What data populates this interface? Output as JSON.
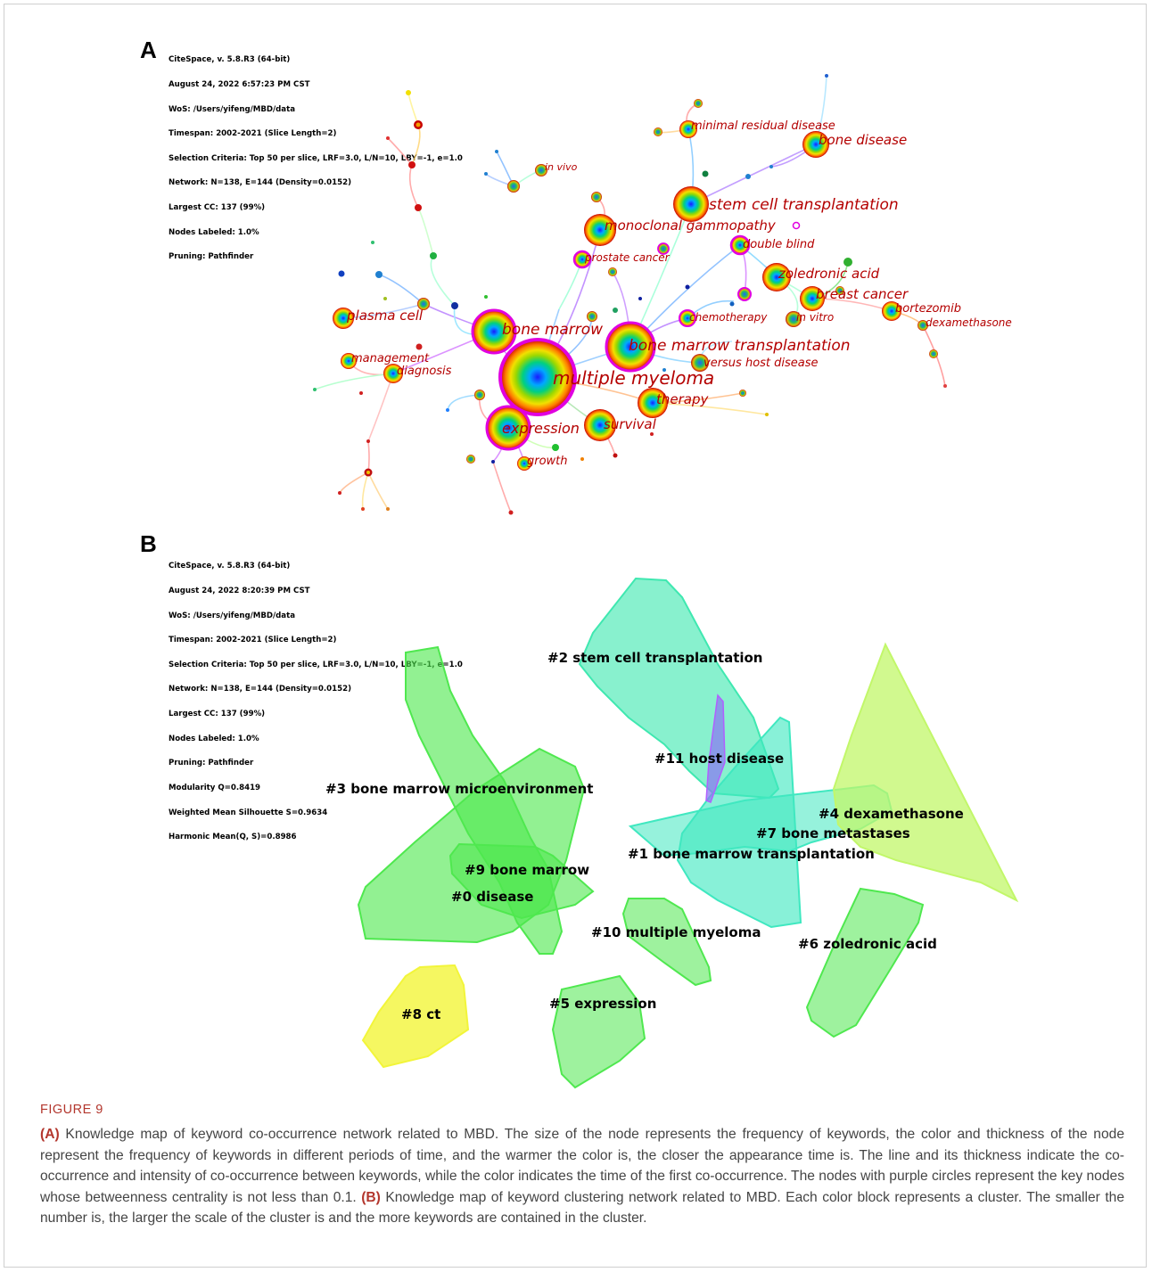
{
  "panel_a": {
    "letter": "A",
    "meta": [
      "CiteSpace, v. 5.8.R3 (64-bit)",
      "August 24, 2022 6:57:23 PM CST",
      "WoS: /Users/yifeng/MBD/data",
      "Timespan: 2002-2021 (Slice Length=2)",
      "Selection Criteria: Top 50 per slice, LRF=3.0, L/N=10, LBY=-1, e=1.0",
      "Network: N=138, E=144 (Density=0.0152)",
      "Largest CC: 137 (99%)",
      "Nodes Labeled: 1.0%",
      "Pruning: Pathfinder"
    ],
    "keywords": {
      "multiple_myeloma": "multiple myeloma",
      "bone_marrow": "bone marrow",
      "bone_marrow_transplantation": "bone marrow transplantation",
      "expression": "expression",
      "stem_cell_transplantation": "stem cell transplantation",
      "monoclonal_gammopathy": "monoclonal gammopathy",
      "survival": "survival",
      "therapy": "therapy",
      "zoledronic_acid": "zoledronic acid",
      "bone_disease": "bone disease",
      "minimal_residual_disease": "minimal residual disease",
      "plasma_cell": "plasma cell",
      "breast_cancer": "breast cancer",
      "double_blind": "double blind",
      "prostate_cancer": "prostate cancer",
      "chemotherapy": "chemotherapy",
      "in_vitro": "in vitro",
      "in_vivo": "in vivo",
      "bortezomib": "bortezomib",
      "dexamethasone": "dexamethasone",
      "versus_host_disease": "versus host disease",
      "management": "management",
      "diagnosis": "diagnosis",
      "growth": "growth"
    }
  },
  "panel_b": {
    "letter": "B",
    "meta": [
      "CiteSpace, v. 5.8.R3 (64-bit)",
      "August 24, 2022 8:20:39 PM CST",
      "WoS: /Users/yifeng/MBD/data",
      "Timespan: 2002-2021 (Slice Length=2)",
      "Selection Criteria: Top 50 per slice, LRF=3.0, L/N=10, LBY=-1, e=1.0",
      "Network: N=138, E=144 (Density=0.0152)",
      "Largest CC: 137 (99%)",
      "Nodes Labeled: 1.0%",
      "Pruning: Pathfinder",
      "Modularity Q=0.8419",
      "Weighted Mean Silhouette S=0.9634",
      "Harmonic Mean(Q, S)=0.8986"
    ],
    "clusters": {
      "c0": "#0 disease",
      "c1": "#1 bone marrow transplantation",
      "c2": "#2 stem cell transplantation",
      "c3": "#3 bone marrow microenvironment",
      "c4": "#4 dexamethasone",
      "c5": "#5 expression",
      "c6": "#6 zoledronic acid",
      "c7": "#7 bone metastases",
      "c8": "#8 ct",
      "c9": "#9 bone marrow",
      "c10": "#10 multiple myeloma",
      "c11": "#11 host disease"
    }
  },
  "caption": {
    "title": "FIGURE 9",
    "a_label": "(A)",
    "a_text": " Knowledge map of keyword co-occurrence network related to MBD. The size of the node represents the frequency of keywords, the color and thickness of the node represent the frequency of keywords in different periods of time, and the warmer the color is, the closer the appearance time is. The line and its thickness indicate the co-occurrence and intensity of co-occurrence between keywords, while the color indicates the time of the first co-occurrence. The nodes with purple circles represent the key nodes whose betweenness centrality is not less than 0.1. ",
    "b_label": "(B)",
    "b_text": " Knowledge map of keyword clustering network related to MBD. Each color block represents a cluster. The smaller the number is, the larger the scale of the cluster is and the more keywords are contained in the cluster."
  },
  "colors": {
    "keyword_label": "#b40000",
    "centrality_ring": "#e000e0",
    "caption_accent": "#b3362d",
    "cluster_green": "#4fe84f",
    "cluster_teal": "#3fe8b8",
    "cluster_lime": "#c2f76a",
    "cluster_yellow": "#f2f53a",
    "cluster_purple": "#8a7cf0"
  }
}
